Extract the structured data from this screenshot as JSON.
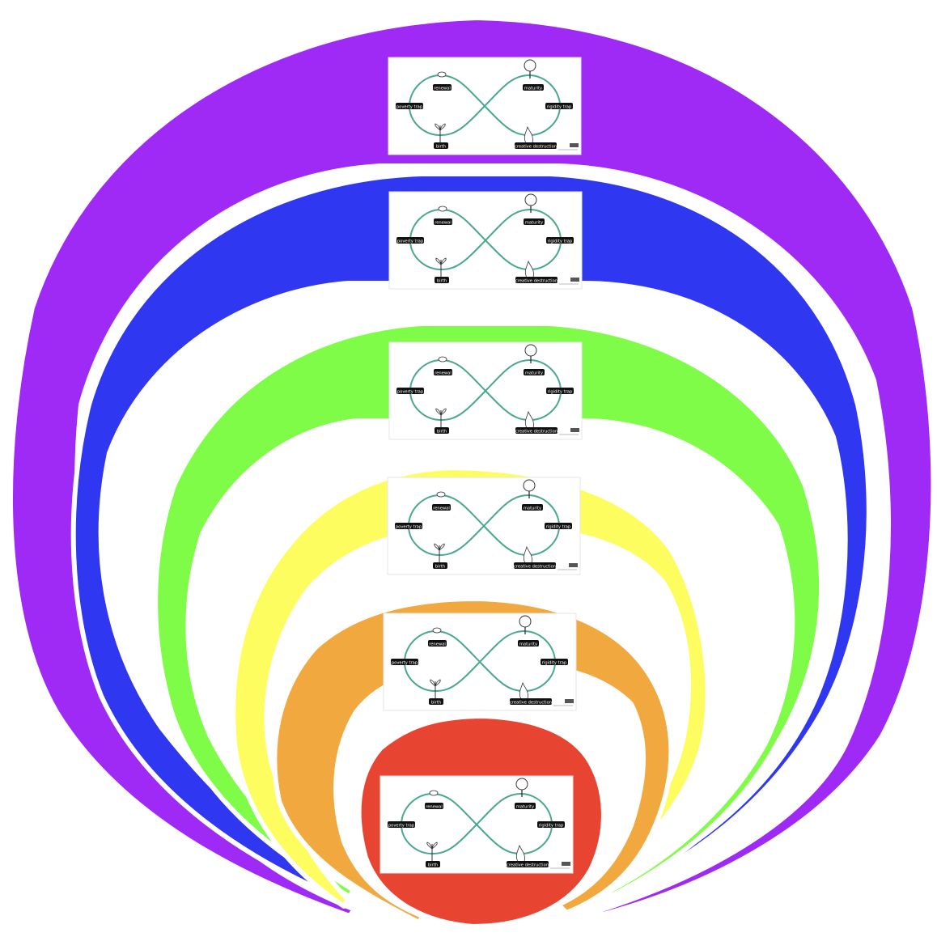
{
  "layers": [
    {
      "name": "purple",
      "color": "#a02af5"
    },
    {
      "name": "blue",
      "color": "#2f37f0"
    },
    {
      "name": "green",
      "color": "#7ffc48"
    },
    {
      "name": "yellow",
      "color": "#fdfd60"
    },
    {
      "name": "orange",
      "color": "#f0a83f"
    },
    {
      "name": "red",
      "color": "#e84432"
    }
  ],
  "card": {
    "renewal": "renewal",
    "maturity": "maturity",
    "poverty_trap": "poverty trap",
    "rigidity_trap": "rigidity trap",
    "birth": "birth",
    "creative_destruction": "creative destruction",
    "loop_color": "#4aa890"
  }
}
